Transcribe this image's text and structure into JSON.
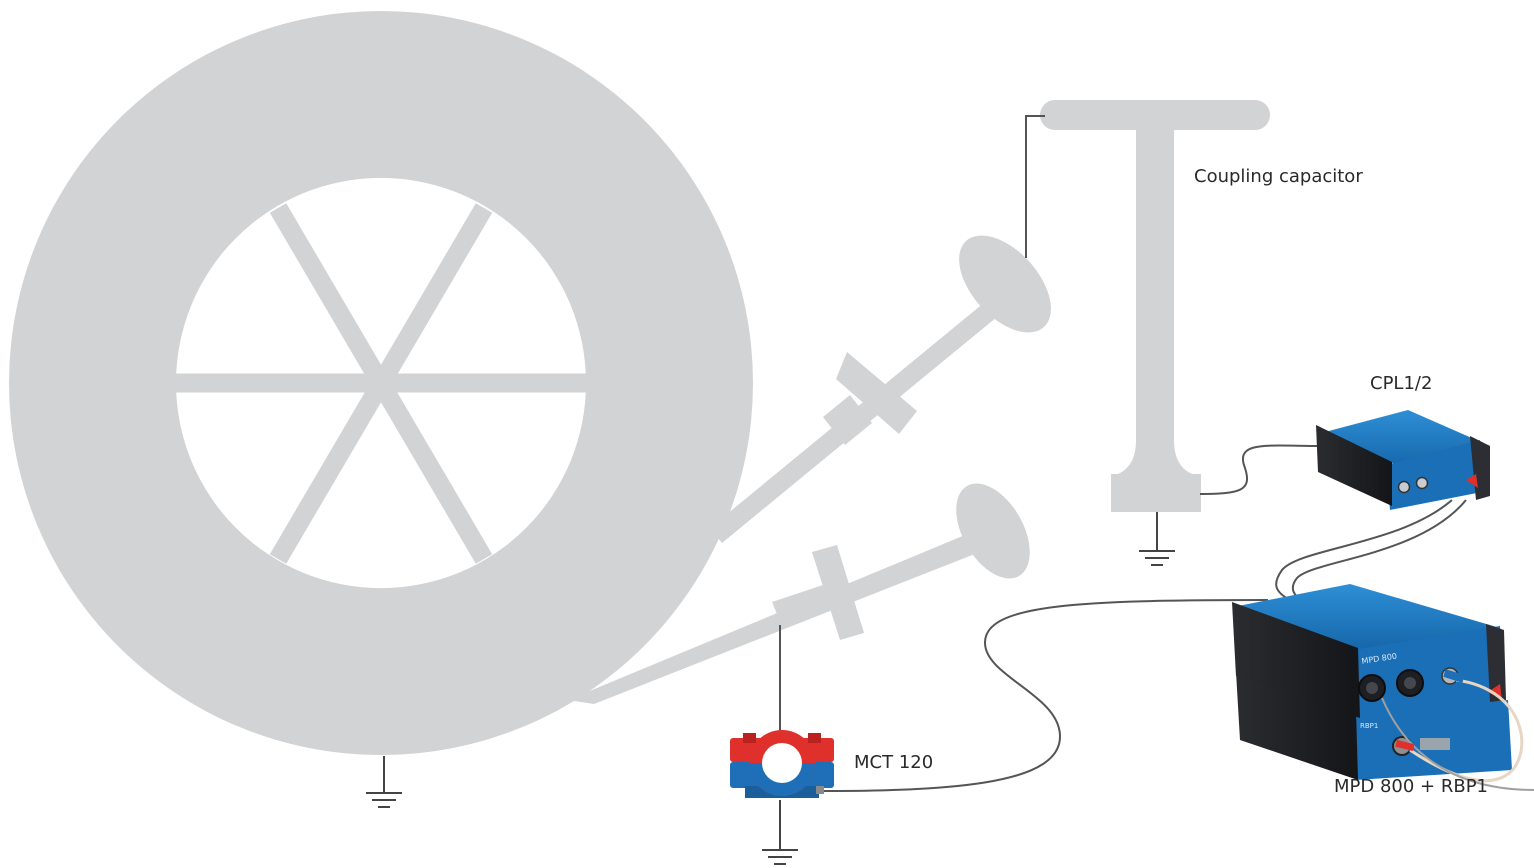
{
  "labels": {
    "coupling_capacitor": "Coupling capacitor",
    "cpl": "CPL1/2",
    "mct": "MCT 120",
    "mpd": "MPD 800 + RBP1"
  },
  "device_text": {
    "mpd_front": "MPD 800",
    "rbp_front": "RBP1"
  },
  "colors": {
    "silhouette": "#d2d3d5",
    "device_blue": "#1a78c2",
    "device_black": "#1f2124",
    "cable": "#555555",
    "ground": "#444444",
    "mct_red": "#e0302b",
    "mct_blue": "#1f6fb8"
  }
}
